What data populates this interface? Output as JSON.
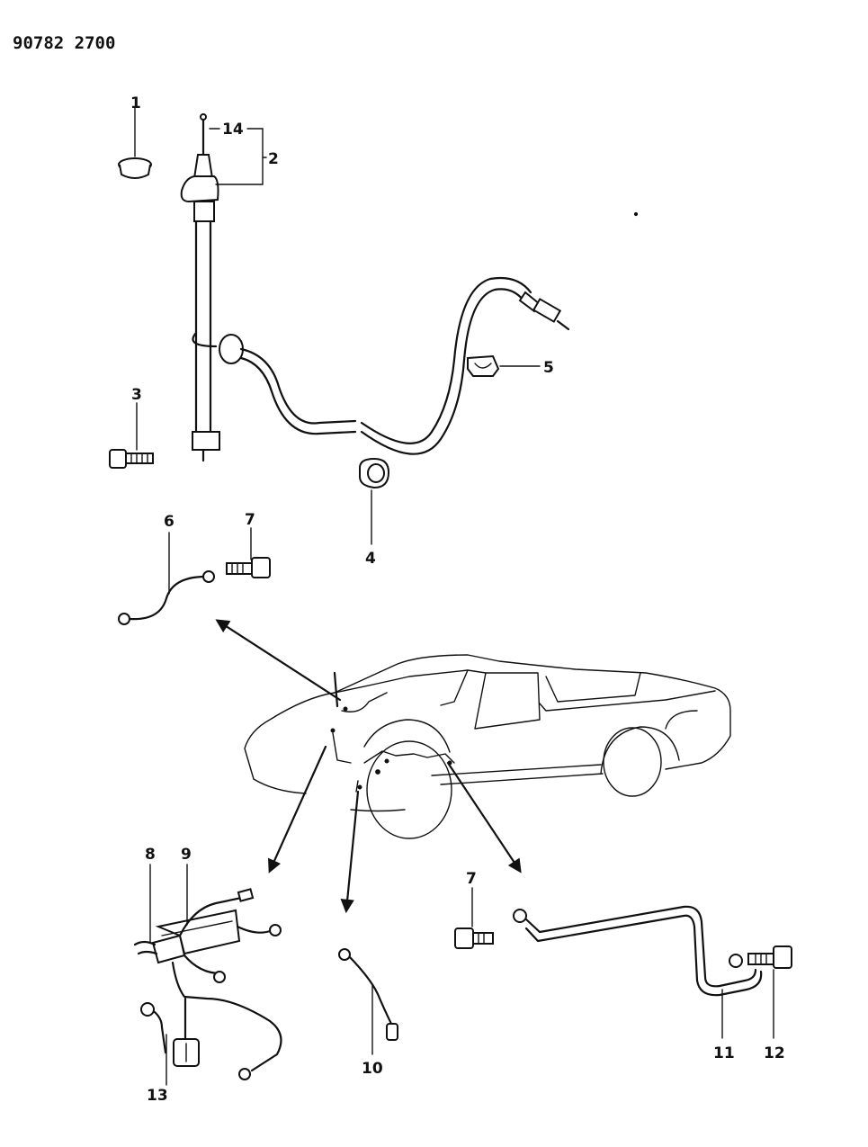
{
  "header": {
    "part_number": "90782 2700"
  },
  "callouts": {
    "c1": "1",
    "c2": "2",
    "c3": "3",
    "c4": "4",
    "c5": "5",
    "c6": "6",
    "c7a": "7",
    "c7b": "7",
    "c8": "8",
    "c9": "9",
    "c10": "10",
    "c11": "11",
    "c12": "12",
    "c13": "13",
    "c14": "14"
  },
  "colors": {
    "ink": "#111111",
    "paper": "#ffffff"
  }
}
